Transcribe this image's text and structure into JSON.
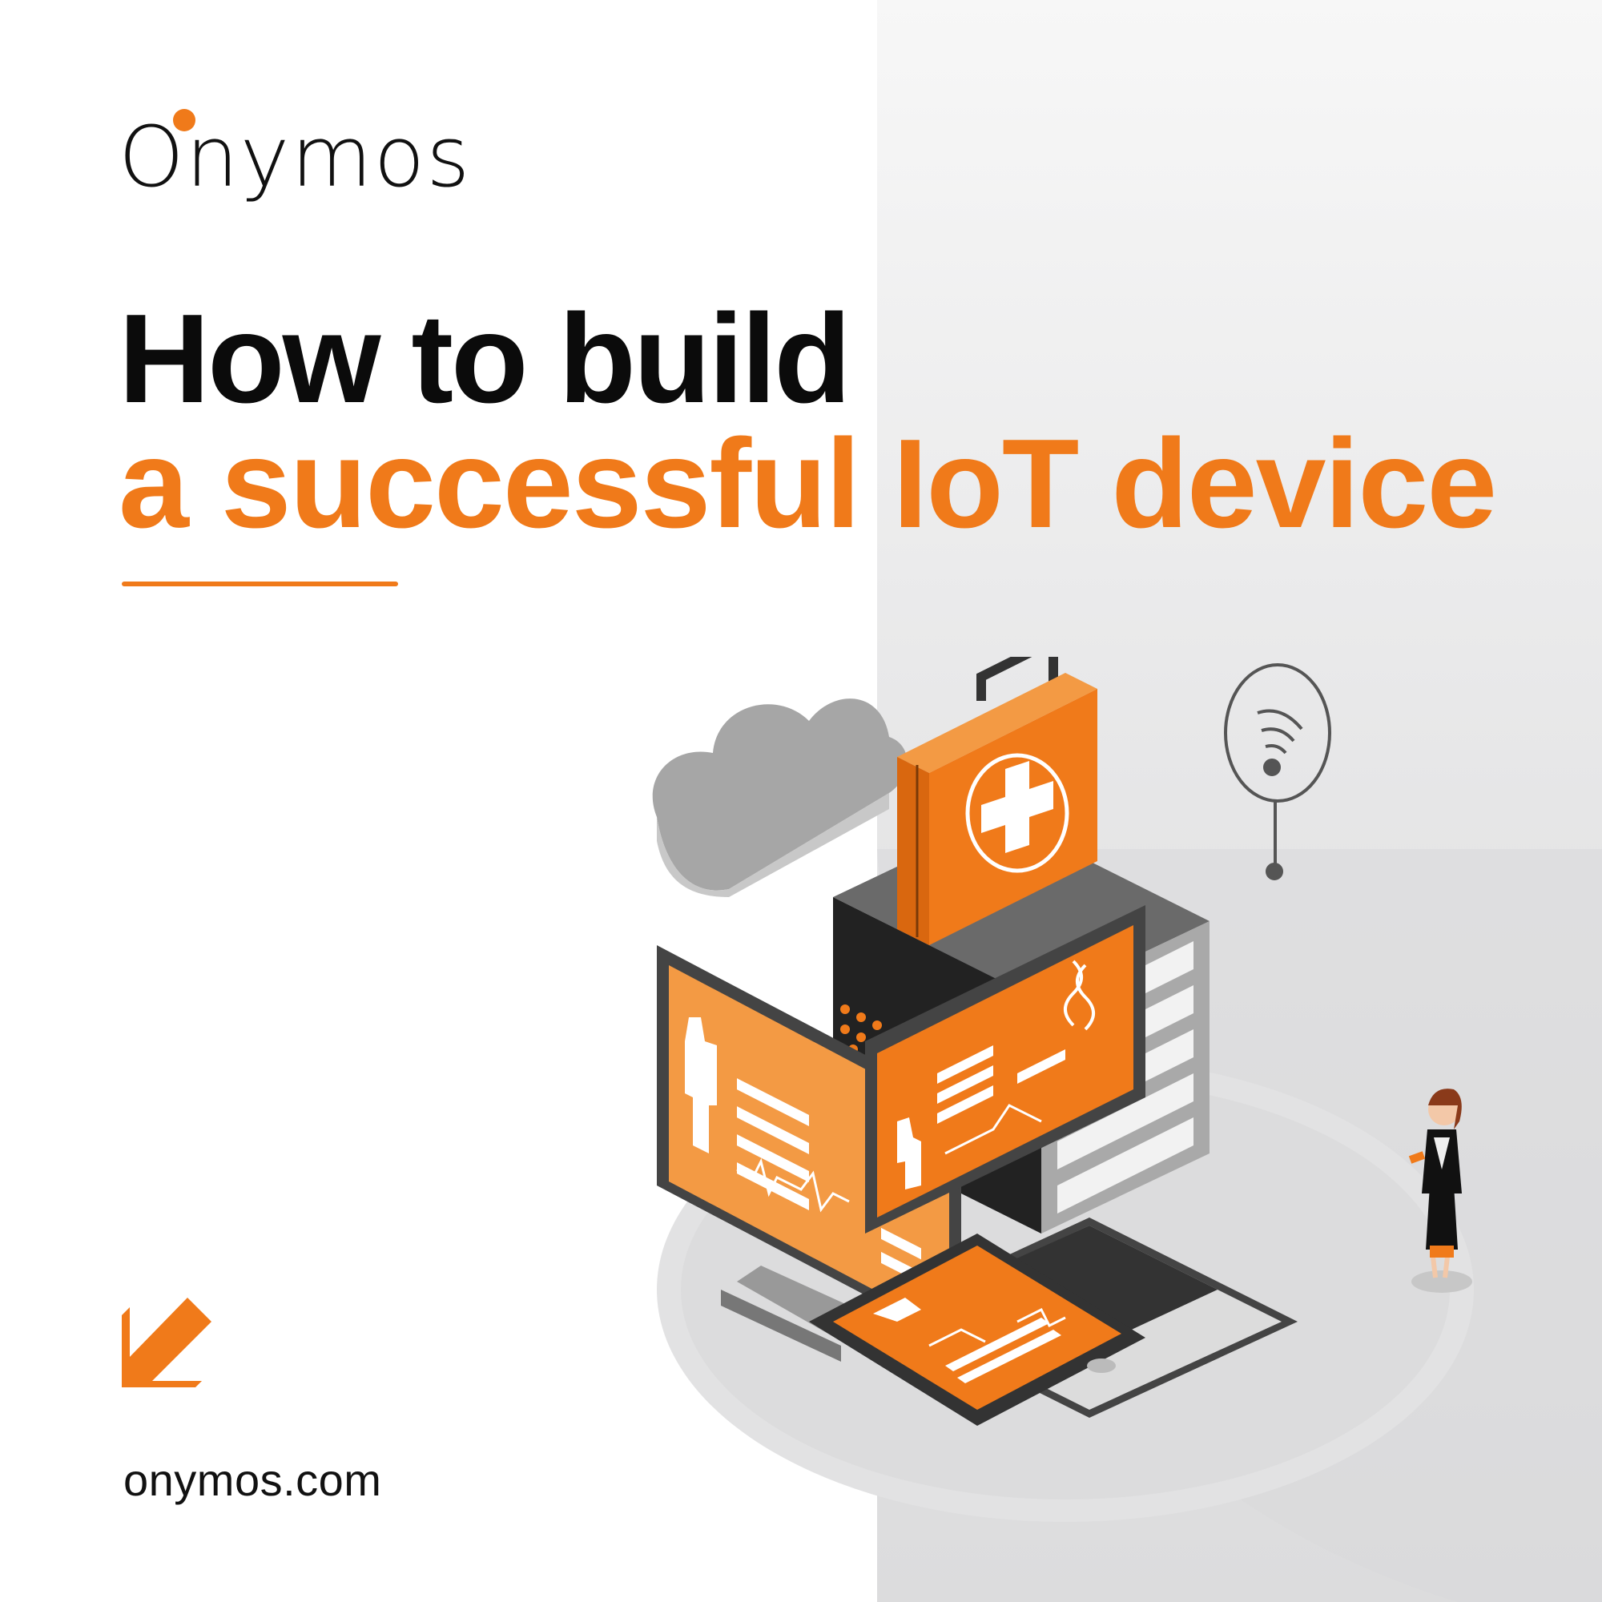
{
  "brand": {
    "logo_text": "Onymos",
    "accent_color": "#f07a1a"
  },
  "headline": {
    "line1": "How to build",
    "line2": "a successful IoT device"
  },
  "footer": {
    "url": "onymos.com",
    "arrow_icon": "arrow-down-left-icon"
  },
  "illustration": {
    "icons": [
      "cloud-icon",
      "first-aid-kit-icon",
      "wifi-icon",
      "server-icon",
      "monitor-icon",
      "laptop-icon",
      "smartphone-icon",
      "person-icon"
    ]
  }
}
